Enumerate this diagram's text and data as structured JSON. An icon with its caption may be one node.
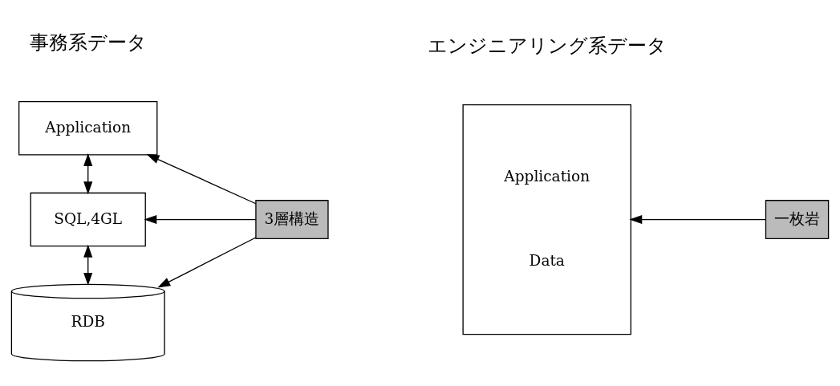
{
  "diagram": {
    "nodes": [
      {
        "text": [
          "Application"
        ]
      },
      {
        "text": [
          "SQL,4GL"
        ]
      },
      {
        "text": [
          "RDB"
        ]
      },
      {
        "text": [
          "3層構造"
        ]
      },
      {
        "text": [
          "Application",
          "Data"
        ]
      },
      {
        "text": [
          "一枚岩"
        ]
      }
    ],
    "edges": [
      {
        "from": 0,
        "to": 1,
        "arrow": "both"
      },
      {
        "from": 1,
        "to": 2,
        "arrow": "both"
      },
      {
        "from": 3,
        "to": 0,
        "arrow": "to"
      },
      {
        "from": 3,
        "to": 1,
        "arrow": "to"
      },
      {
        "from": 3,
        "to": 2,
        "arrow": "to"
      },
      {
        "from": 5,
        "to": 4,
        "arrow": "to"
      }
    ],
    "labels": [
      "事務系データ",
      "エンジニアリング系データ"
    ]
  }
}
